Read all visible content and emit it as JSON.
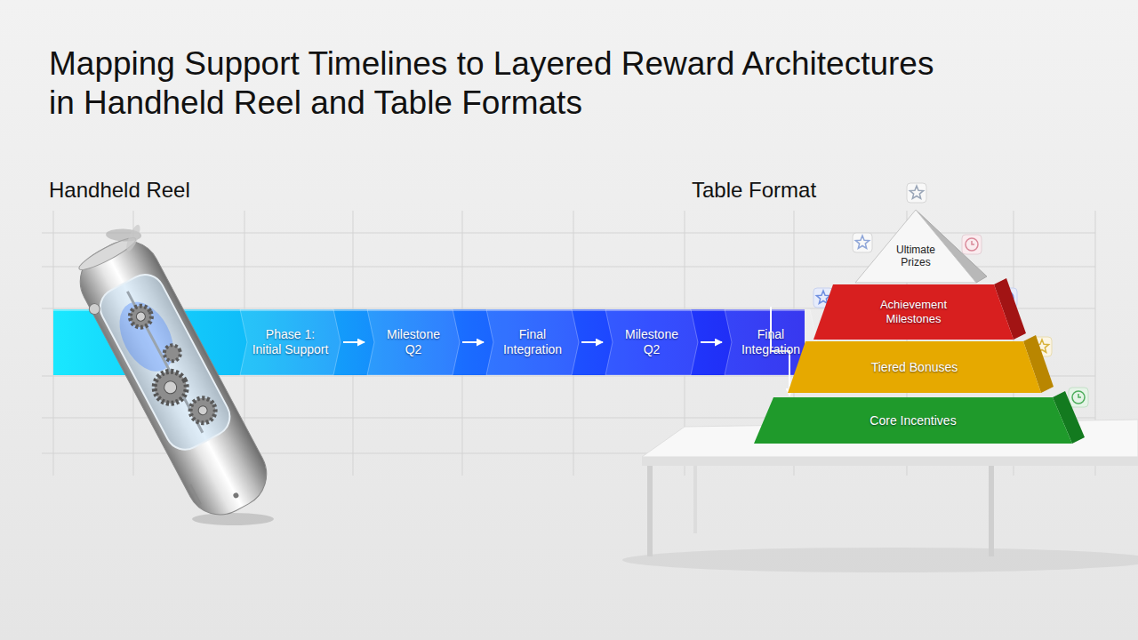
{
  "diagram": {
    "title": "Mapping Support Timelines to Layered Reward Architectures in Handheld Reel and Table Formats",
    "nodes": [
      {
        "text": [
          "Phase 1: Initial Support"
        ]
      },
      {
        "text": [
          "Milestone Q2"
        ]
      },
      {
        "text": [
          "Final Integration"
        ]
      },
      {
        "text": [
          "Milestone Q2"
        ]
      },
      {
        "text": [
          "Final Integration"
        ]
      },
      {
        "text": [
          "Ultimate Prizes"
        ]
      },
      {
        "text": [
          "Achievement Milestones"
        ]
      },
      {
        "text": [
          "Tiered Bonuses"
        ]
      },
      {
        "text": [
          "Core Incentives"
        ]
      }
    ],
    "edges": [
      {
        "from": 0,
        "to": 1,
        "arrow": "to"
      },
      {
        "from": 1,
        "to": 2,
        "arrow": "to"
      },
      {
        "from": 2,
        "to": 3,
        "arrow": "to"
      },
      {
        "from": 3,
        "to": 4,
        "arrow": "to"
      },
      {
        "from": 4,
        "to": 7,
        "arrow": "to"
      }
    ],
    "labels": [
      "Handheld Reel",
      "Table Format"
    ]
  }
}
